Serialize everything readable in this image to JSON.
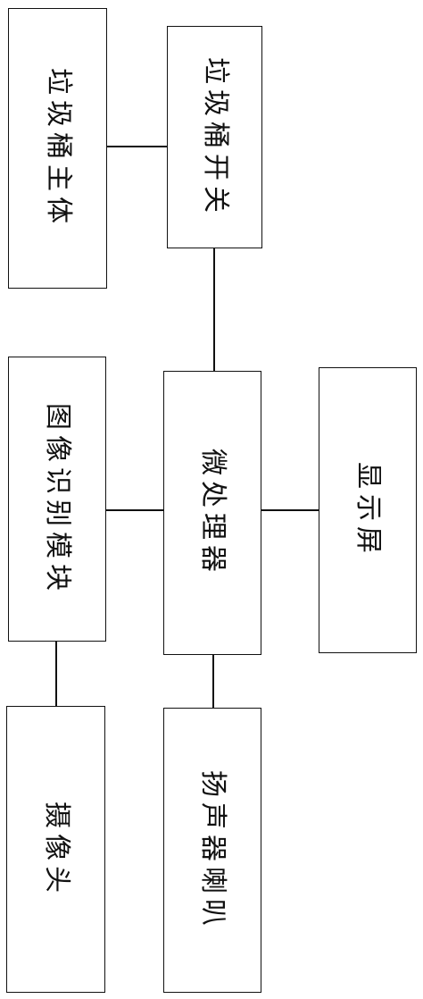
{
  "nodes": {
    "trash_body": "垃圾桶主体",
    "trash_switch": "垃圾桶开关",
    "image_recognition": "图像识别模块",
    "microprocessor": "微处理器",
    "display": "显示屏",
    "camera": "摄像头",
    "speaker": "扬声器喇叭"
  },
  "edges": [
    [
      "trash_body",
      "trash_switch"
    ],
    [
      "trash_switch",
      "microprocessor"
    ],
    [
      "image_recognition",
      "microprocessor"
    ],
    [
      "microprocessor",
      "display"
    ],
    [
      "image_recognition",
      "camera"
    ],
    [
      "microprocessor",
      "speaker"
    ]
  ]
}
